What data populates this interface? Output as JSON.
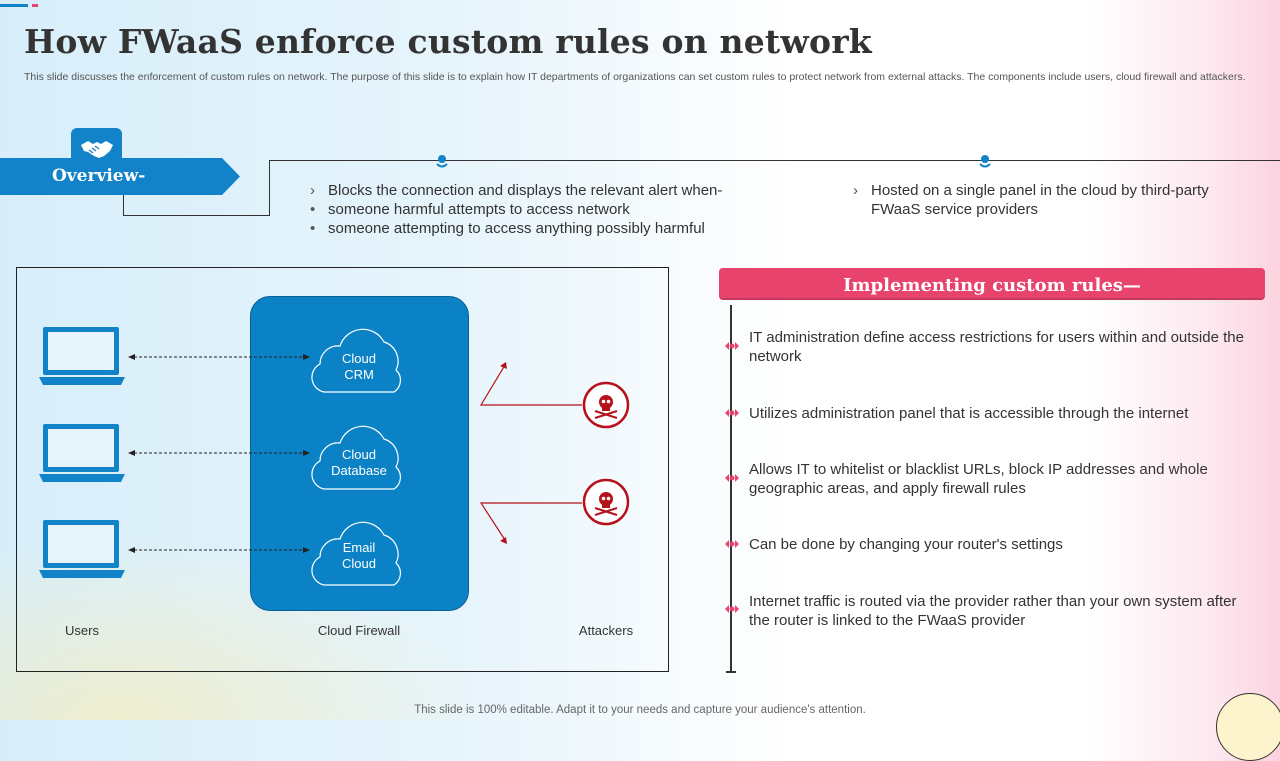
{
  "title": "How FWaaS enforce custom rules on network",
  "subtitle": "This slide discusses the enforcement of custom rules on network. The purpose of this slide is to explain how IT  departments of organizations can set custom rules to protect network from external attacks. The components include users, cloud firewall and attackers.",
  "overview": {
    "label": "Overview",
    "left_items": [
      {
        "marker": "›",
        "text": "Blocks the connection and displays the relevant alert when-"
      },
      {
        "marker": "•",
        "text": "someone harmful  attempts to access network"
      },
      {
        "marker": "•",
        "text": "someone attempting to access anything  possibly harmful"
      }
    ],
    "right_items": [
      {
        "marker": "›",
        "text": "Hosted on a single panel in the cloud by third-party FWaaS service providers"
      }
    ]
  },
  "diagram": {
    "clouds": [
      {
        "line1": "Cloud",
        "line2": "CRM"
      },
      {
        "line1": "Cloud",
        "line2": "Database"
      },
      {
        "line1": "Email",
        "line2": "Cloud"
      }
    ],
    "labels": {
      "users": "Users",
      "firewall": "Cloud Firewall",
      "attackers": "Attackers"
    }
  },
  "implementing": {
    "title": "Implementing custom rules",
    "items": [
      "IT administration define access restrictions for users within and outside the network",
      "Utilizes administration panel that is accessible through the internet",
      "Allows IT to whitelist or blacklist URLs, block IP addresses and whole geographic areas, and apply firewall rules",
      "Can be done by changing your router's settings",
      "Internet  traffic is routed via the provider rather than your own system after the router is linked to the FWaaS provider"
    ]
  },
  "footer": "This slide is 100% editable. Adapt it to your needs and capture your audience's attention.",
  "colors": {
    "blue": "#1283c9",
    "firewall_blue": "#0b82c6",
    "pink": "#e8436d",
    "attacker_red": "#b5121b"
  },
  "icons": [
    "handshake-icon",
    "laptop-icon",
    "cloud-icon",
    "skull-icon",
    "pin-icon"
  ]
}
